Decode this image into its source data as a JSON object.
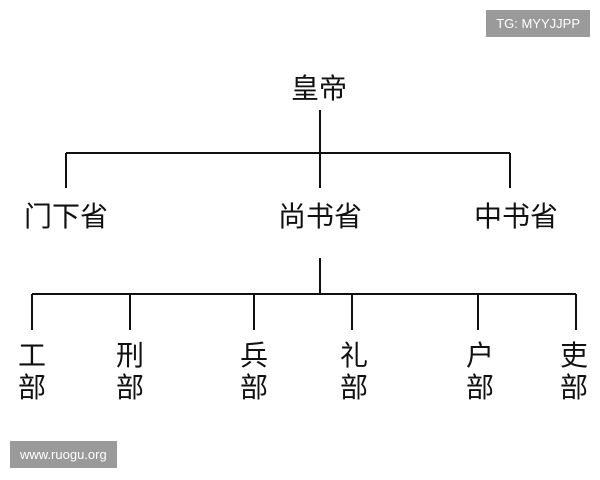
{
  "watermarks": {
    "top_right": "TG: MYYJJPP",
    "bottom_left": "www.ruogu.org"
  },
  "diagram": {
    "root": "皇帝",
    "level2": [
      "门下省",
      "尚书省",
      "中书省"
    ],
    "level3": [
      {
        "line1": "工",
        "line2": "部"
      },
      {
        "line1": "刑",
        "line2": "部"
      },
      {
        "line1": "兵",
        "line2": "部"
      },
      {
        "line1": "礼",
        "line2": "部"
      },
      {
        "line1": "户",
        "line2": "部"
      },
      {
        "line1": "吏",
        "line2": "部"
      }
    ]
  }
}
